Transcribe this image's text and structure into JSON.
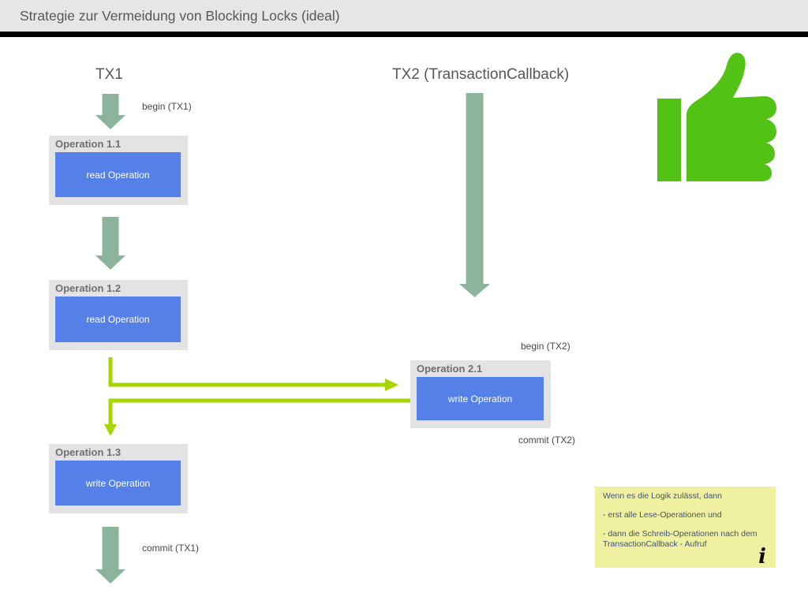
{
  "header": {
    "title": "Strategie zur Vermeidung von Blocking Locks (ideal)"
  },
  "columns": {
    "tx1_label": "TX1",
    "tx2_label": "TX2 (TransactionCallback)"
  },
  "flow_labels": {
    "begin_tx1": "begin (TX1)",
    "commit_tx1": "commit (TX1)",
    "begin_tx2": "begin (TX2)",
    "commit_tx2": "commit (TX2)"
  },
  "operations": [
    {
      "title": "Operation 1.1",
      "action": "read Operation"
    },
    {
      "title": "Operation 1.2",
      "action": "read Operation"
    },
    {
      "title": "Operation 1.3",
      "action": "write Operation"
    },
    {
      "title": "Operation 2.1",
      "action": "write Operation"
    }
  ],
  "note": {
    "lines": [
      "Wenn es die Logik zulässt, dann",
      "- erst alle Lese-Operationen und",
      "- dann die Schreib-Operationen nach dem TransactionCallback - Aufruf"
    ],
    "info_icon_glyph": "i"
  },
  "icons": {
    "thumbs_up": "thumbs-up"
  },
  "colors": {
    "titlebar_bg": "#e6e6e6",
    "title_text": "#58585a",
    "divider": "#000000",
    "sage_arrow": "#8cb49c",
    "op_box_bg": "#e3e3e3",
    "op_action_bg": "#5580e8",
    "op_action_text": "#ffffff",
    "connector_green": "#a8d400",
    "thumb_green": "#52c314",
    "note_bg": "#eff0a0",
    "note_text": "#41517f"
  }
}
